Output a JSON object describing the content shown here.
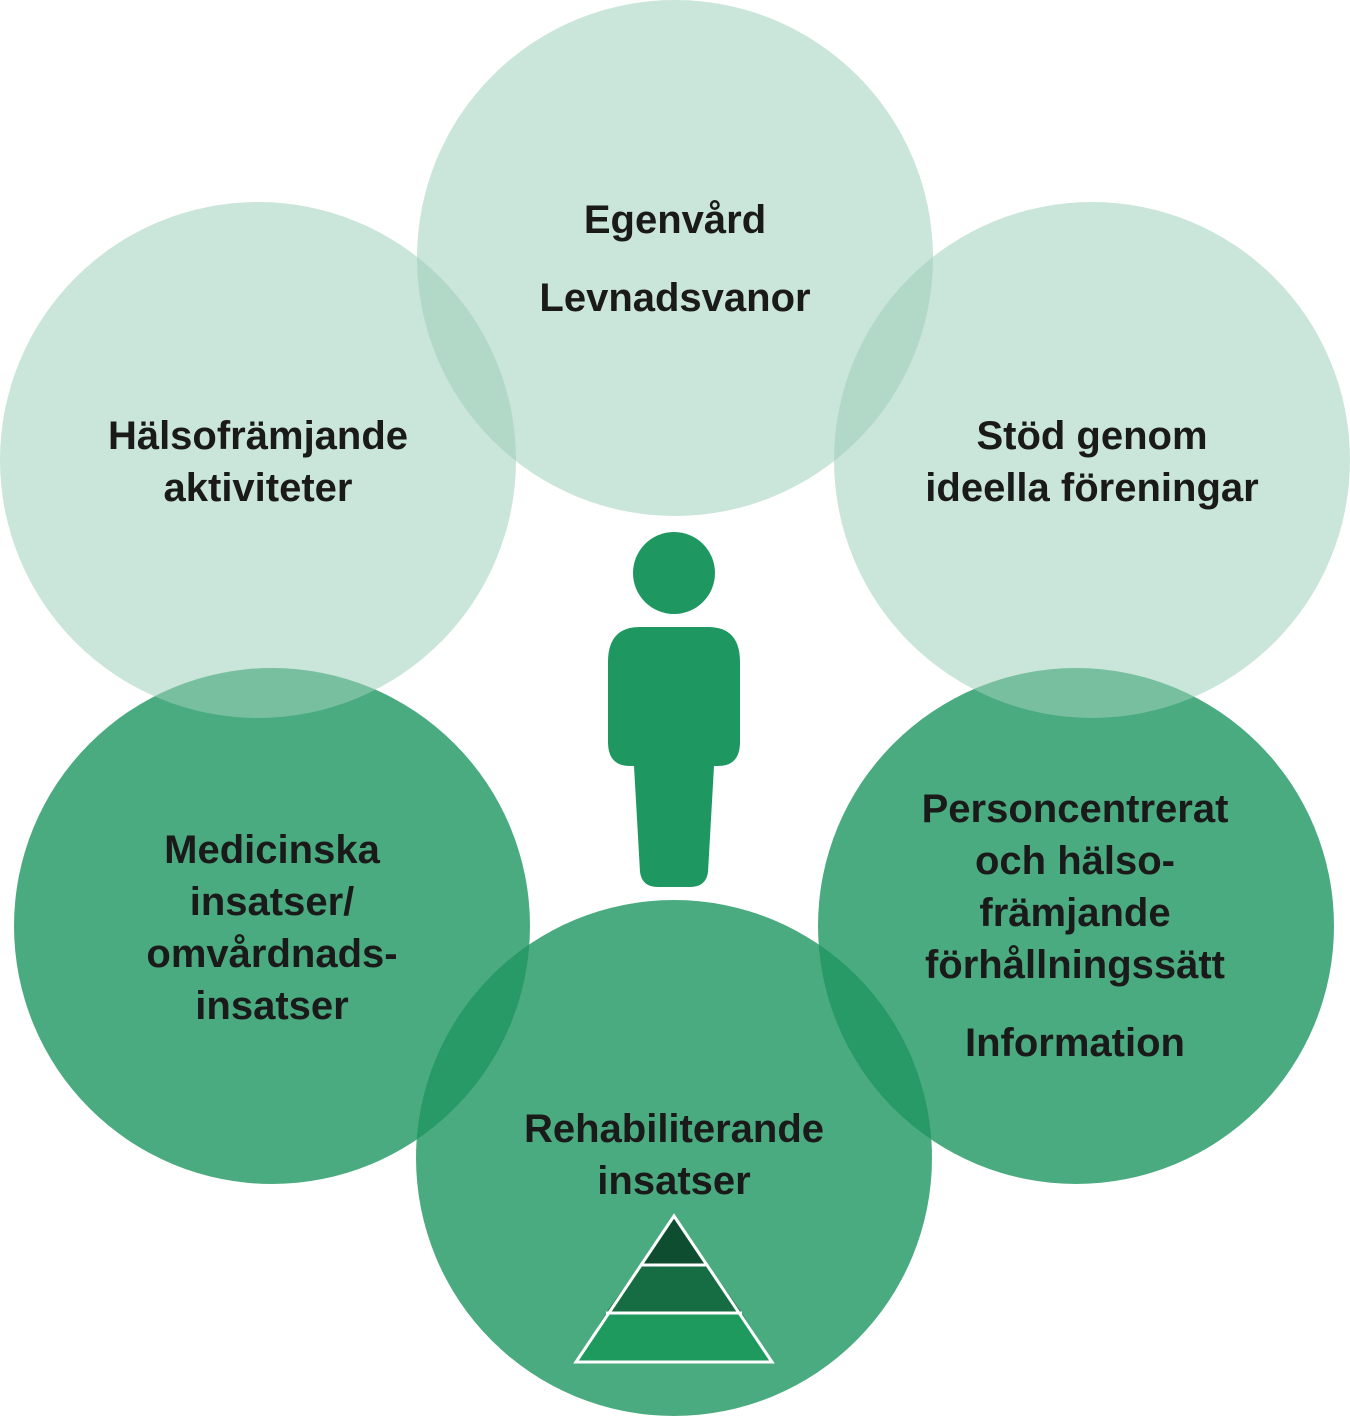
{
  "colors": {
    "light_circle": "#c5e3d6",
    "dark_circle": "#48ab7c",
    "person": "#1e9760",
    "pyramid_top": "#0f4d31",
    "pyramid_mid": "#166c43",
    "pyramid_base": "#1f9a5e",
    "text": "#1a1a1a"
  },
  "circles": {
    "top": {
      "line1": "Egenvård",
      "line2": "Levnadsvanor"
    },
    "upper_left": {
      "line1": "Hälsofrämjande",
      "line2": "aktiviteter"
    },
    "upper_right": {
      "line1": "Stöd genom",
      "line2": "ideella föreningar"
    },
    "lower_left": {
      "line1": "Medicinska",
      "line2": "insatser/",
      "line3": "omvårdnads-",
      "line4": "insatser"
    },
    "lower_right": {
      "line1": "Personcentrerat",
      "line2": "och hälso-",
      "line3": "främjande",
      "line4": "förhållningssätt",
      "line5": "Information"
    },
    "bottom": {
      "line1": "Rehabiliterande",
      "line2": "insatser"
    }
  },
  "center_icon": "person-icon",
  "bottom_icon": "pyramid-icon"
}
